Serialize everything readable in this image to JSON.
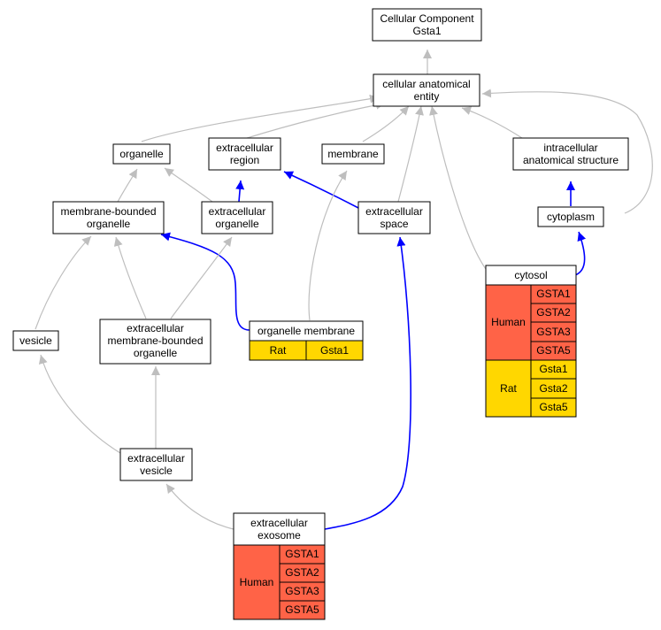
{
  "colors": {
    "human": "#ff6347",
    "rat": "#ffd700",
    "grey_edge": "#bebebe",
    "blue_edge": "#0000ff",
    "node_fill": "#ffffff",
    "stroke": "#000000"
  },
  "nodes": {
    "root": [
      "Cellular Component",
      "Gsta1"
    ],
    "cae": [
      "cellular anatomical",
      "entity"
    ],
    "organelle": [
      "organelle"
    ],
    "ecregion": [
      "extracellular",
      "region"
    ],
    "membrane": [
      "membrane"
    ],
    "ias": [
      "intracellular",
      "anatomical structure"
    ],
    "mbo": [
      "membrane-bounded",
      "organelle"
    ],
    "eco": [
      "extracellular",
      "organelle"
    ],
    "ecspace": [
      "extracellular",
      "space"
    ],
    "cytoplasm": [
      "cytoplasm"
    ],
    "vesicle": [
      "vesicle"
    ],
    "ecmbo": [
      "extracellular",
      "membrane-bounded",
      "organelle"
    ],
    "ecvesicle": [
      "extracellular",
      "vesicle"
    ]
  },
  "annotated": {
    "organelle_membrane": {
      "title": [
        "organelle membrane"
      ],
      "rows": [
        {
          "species": "Rat",
          "genes": [
            "Gsta1"
          ]
        }
      ]
    },
    "cytosol": {
      "title": [
        "cytosol"
      ],
      "rows": [
        {
          "species": "Human",
          "genes": [
            "GSTA1",
            "GSTA2",
            "GSTA3",
            "GSTA5"
          ]
        },
        {
          "species": "Rat",
          "genes": [
            "Gsta1",
            "Gsta2",
            "Gsta5"
          ]
        }
      ]
    },
    "exosome": {
      "title": [
        "extracellular",
        "exosome"
      ],
      "rows": [
        {
          "species": "Human",
          "genes": [
            "GSTA1",
            "GSTA2",
            "GSTA3",
            "GSTA5"
          ]
        }
      ]
    }
  }
}
